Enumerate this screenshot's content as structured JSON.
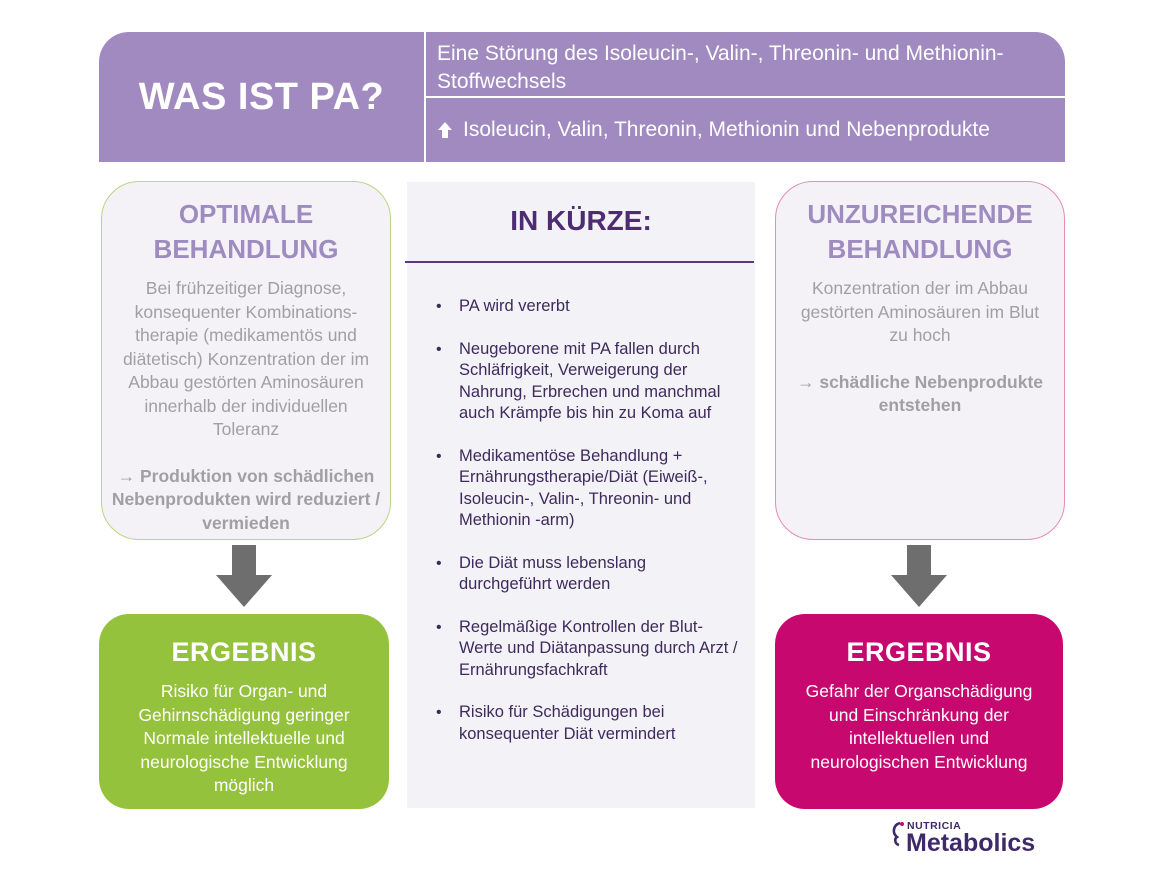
{
  "header": {
    "title": "WAS IST PA?",
    "line1": "Eine Störung des Isoleucin-, Valin-, Threonin- und Methionin- Stoffwechsels",
    "line2": "Isoleucin, Valin, Threonin, Methionin und Nebenprodukte",
    "line2_icon": "up-arrow-icon"
  },
  "optimal": {
    "heading": "OPTIMALE BEHANDLUNG",
    "body": "Bei frühzeitiger Diagnose, konsequenter Kombinations-therapie (medikamentös und diätetisch) Konzentration der im Abbau gestörten Aminosäuren innerhalb der individuellen Toleranz",
    "result": "→ Produktion von schädlichen Nebenprodukten wird reduziert / vermieden"
  },
  "summary": {
    "title": "IN KÜRZE:",
    "items": [
      "PA wird vererbt",
      "Neugeborene mit PA fallen durch Schläfrigkeit, Verweigerung der Nahrung, Erbrechen und manchmal auch Krämpfe bis hin zu Koma auf",
      "Medikamentöse Behandlung + Ernährungstherapie/Diät (Eiweiß-, Isoleucin-, Valin-, Threonin- und Methionin -arm)",
      "Die Diät muss lebenslang durchgeführt werden",
      "Regelmäßige Kontrollen der Blut-Werte und Diätanpassung durch Arzt / Ernährungsfachkraft",
      "Risiko für Schädigungen bei konsequenter Diät vermindert"
    ]
  },
  "insufficient": {
    "heading": "UNZUREICHENDE BEHANDLUNG",
    "body": "Konzentration der im Abbau gestörten Aminosäuren im Blut zu hoch",
    "result": "→ schädliche Nebenprodukte entstehen"
  },
  "result_good": {
    "title": "ERGEBNIS",
    "text": "Risiko für Organ- und Gehirnschädigung geringer Normale intellektuelle und neurologische Entwicklung möglich"
  },
  "result_bad": {
    "title": "ERGEBNIS",
    "text": "Gefahr der Organschädigung und Einschränkung der intellektuellen und neurologischen Entwicklung"
  },
  "logo": {
    "small": "NUTRICIA",
    "big": "Metabolics"
  },
  "colors": {
    "header_bg": "#a08ac0",
    "optimal_border": "#b7d784",
    "insufficient_border": "#e28cb6",
    "result_green": "#95c23d",
    "result_pink": "#c6086f",
    "summary_text": "#3e2a5c",
    "arrow": "#6e6e6e"
  }
}
